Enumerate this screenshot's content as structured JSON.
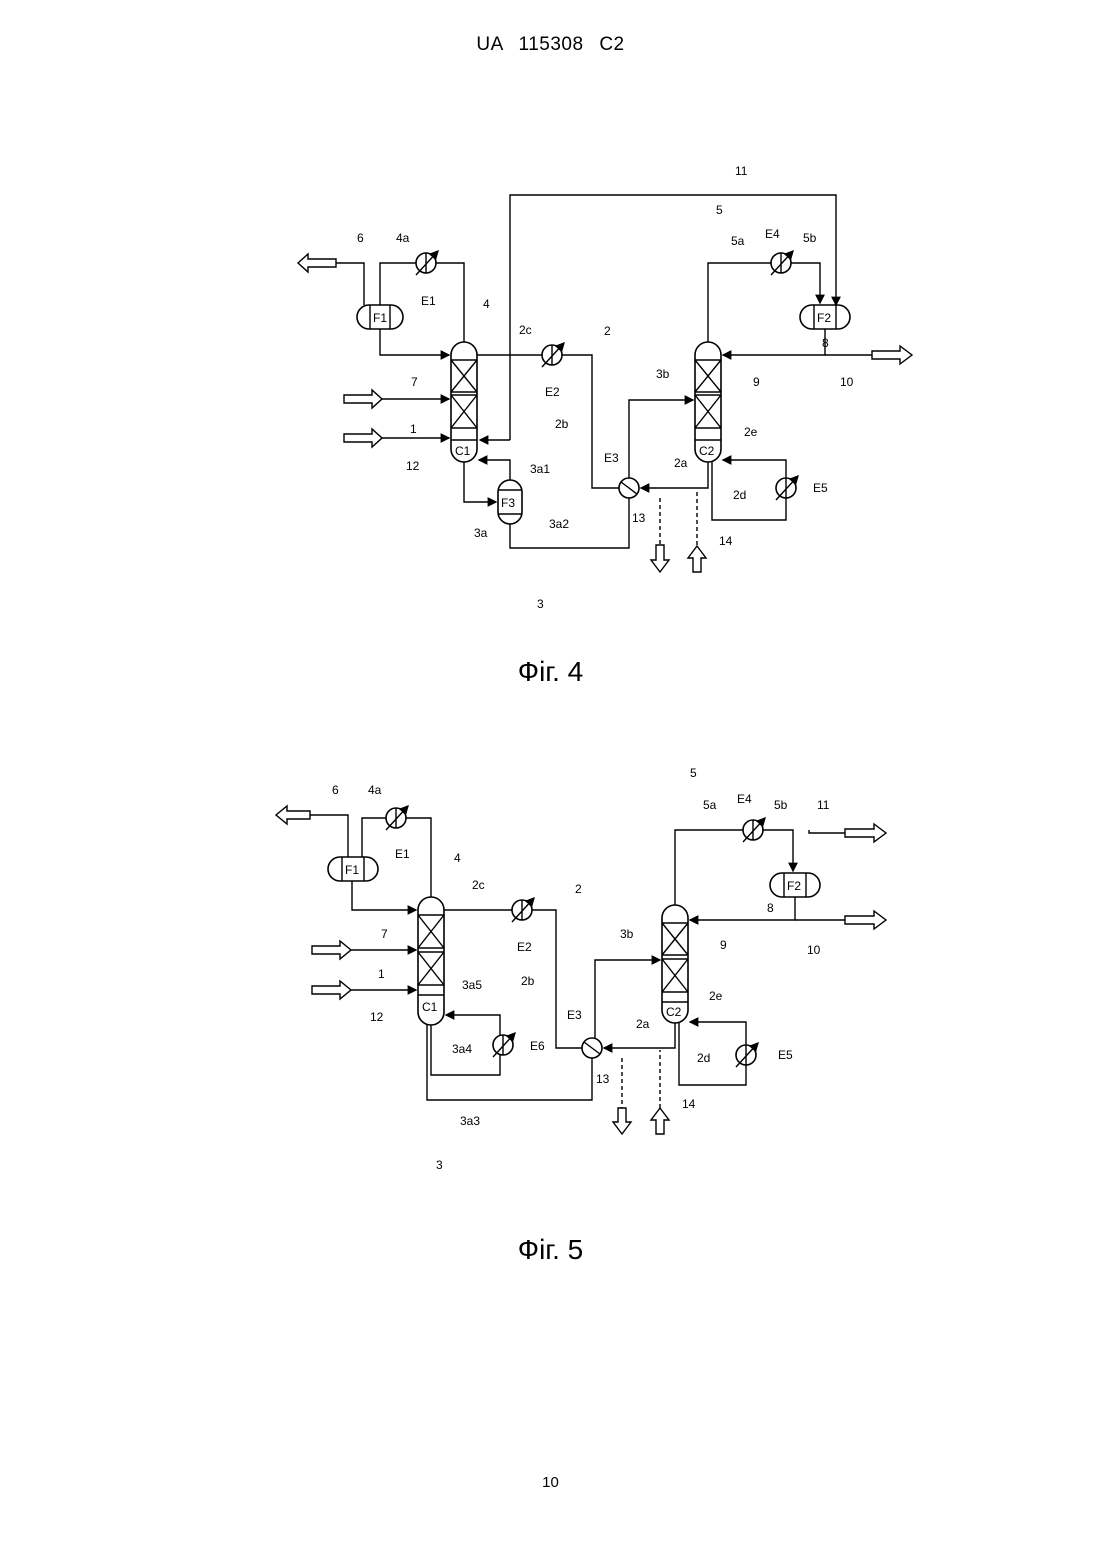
{
  "header": {
    "country": "UA",
    "number": "115308",
    "kind": "C2"
  },
  "page_number": "10",
  "figures": [
    {
      "caption": "Фіг. 4",
      "labels": {
        "l11": "11",
        "l5": "5",
        "l5a": "5a",
        "lE4": "E4",
        "l5b": "5b",
        "l6": "6",
        "l4a": "4a",
        "lE1": "E1",
        "l4": "4",
        "lF1": "F1",
        "l2c": "2c",
        "lE2": "E2",
        "l2": "2",
        "lF2": "F2",
        "l8": "8",
        "l9": "9",
        "l10": "10",
        "l7": "7",
        "l1": "1",
        "l12": "12",
        "lC1": "C1",
        "l3a1": "3a1",
        "lF3": "F3",
        "l3a": "3a",
        "l3a2": "3a2",
        "l3": "3",
        "l2b": "2b",
        "lE3": "E3",
        "l3b": "3b",
        "lC2": "C2",
        "l2e": "2e",
        "l2a": "2a",
        "l2d": "2d",
        "lE5": "E5",
        "l13": "13",
        "l14": "14"
      }
    },
    {
      "caption": "Фіг. 5",
      "labels": {
        "l5": "5",
        "l5a": "5a",
        "lE4": "E4",
        "l5b": "5b",
        "l11": "11",
        "l6": "6",
        "l4a": "4a",
        "lE1": "E1",
        "l4": "4",
        "lF1": "F1",
        "l2c": "2c",
        "lE2": "E2",
        "l2": "2",
        "lF2": "F2",
        "l8": "8",
        "l9": "9",
        "l10": "10",
        "l7": "7",
        "l1": "1",
        "l12": "12",
        "lC1": "C1",
        "l3a5": "3a5",
        "l3a4": "3a4",
        "lE6": "E6",
        "l3a3": "3a3",
        "l3": "3",
        "l2b": "2b",
        "lE3": "E3",
        "l3b": "3b",
        "lC2": "C2",
        "l2e": "2e",
        "l2a": "2a",
        "l2d": "2d",
        "lE5": "E5",
        "l13": "13",
        "l14": "14"
      }
    }
  ]
}
